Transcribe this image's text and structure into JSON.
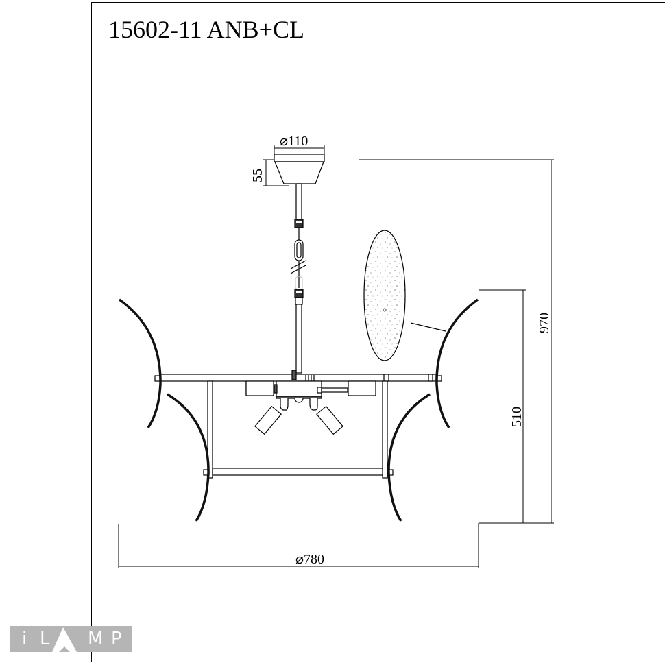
{
  "drawing": {
    "title": "15602-11 ANB+CL",
    "dimensions": {
      "canopy_diameter": "⌀110",
      "canopy_height": "55",
      "overall_height": "970",
      "body_height": "510",
      "overall_diameter": "⌀780"
    },
    "colors": {
      "line": "#000000",
      "background": "#ffffff",
      "logo_bg": "#b5b5b5",
      "logo_text": "#ffffff"
    }
  },
  "logo": {
    "letters": [
      "i",
      "L",
      "A",
      "M",
      "P"
    ],
    "text": "iLAMP"
  }
}
